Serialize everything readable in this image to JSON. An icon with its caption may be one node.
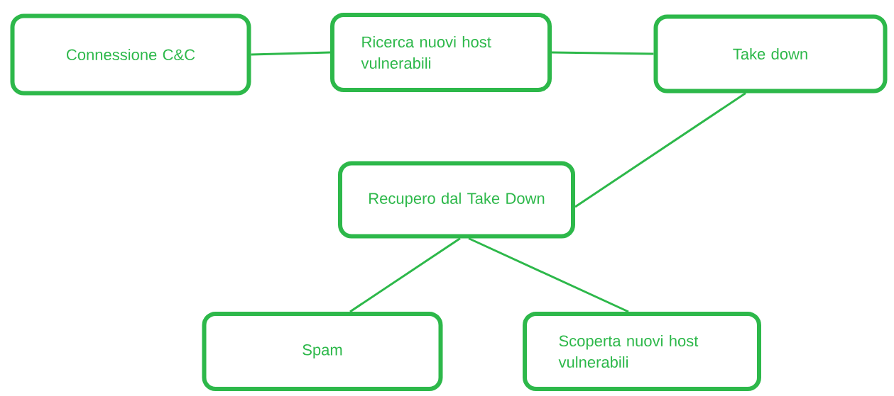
{
  "diagram": {
    "nodes": [
      {
        "text": [
          "Connessione C&C"
        ]
      },
      {
        "text": [
          "Ricerca nuovi host vulnerabili"
        ]
      },
      {
        "text": [
          "Take down"
        ]
      },
      {
        "text": [
          "Recupero dal Take Down"
        ]
      },
      {
        "text": [
          "Spam"
        ]
      },
      {
        "text": [
          "Scoperta nuovi host vulnerabili"
        ]
      }
    ],
    "edges": [
      {
        "from": 0,
        "to": 1,
        "arrow": "none"
      },
      {
        "from": 1,
        "to": 2,
        "arrow": "none"
      },
      {
        "from": 2,
        "to": 3,
        "arrow": "none"
      },
      {
        "from": 3,
        "to": 4,
        "arrow": "none"
      },
      {
        "from": 3,
        "to": 5,
        "arrow": "none"
      }
    ]
  }
}
